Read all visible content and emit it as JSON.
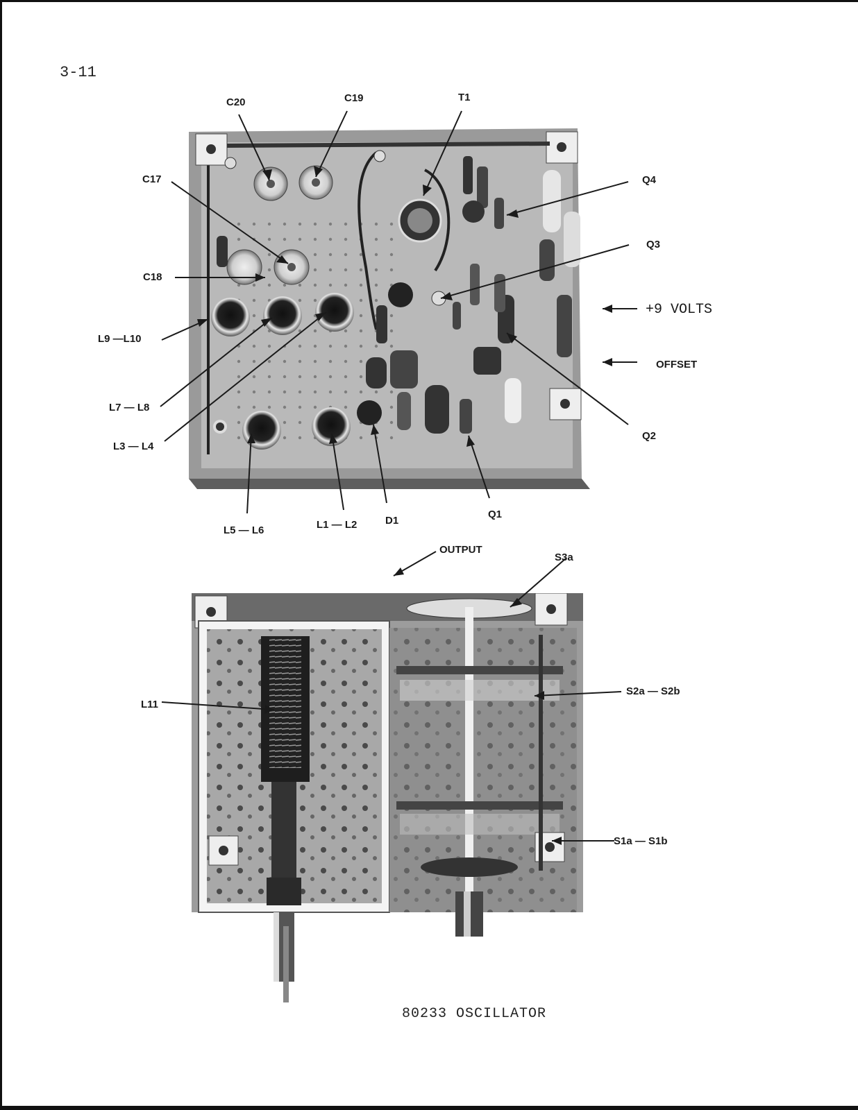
{
  "page_number": "3-11",
  "caption": "80233 OSCILLATOR",
  "top_board_labels": {
    "c20": "C20",
    "c19": "C19",
    "t1": "T1",
    "q4": "Q4",
    "c17": "C17",
    "q3": "Q3",
    "c18": "C18",
    "volts": "+9 VOLTS",
    "l9_l10": "L9 —L10",
    "offset": "OFFSET",
    "l7_l8": "L7 — L8",
    "q2": "Q2",
    "l3_l4": "L3 — L4",
    "q1": "Q1",
    "l5_l6": "L5 — L6",
    "l1_l2": "L1 — L2",
    "d1": "D1"
  },
  "bottom_board_labels": {
    "output": "OUTPUT",
    "s3a": "S3a",
    "s2a_s2b": "S2a — S2b",
    "l11": "L11",
    "s1a_s1b": "S1a — S1b"
  }
}
